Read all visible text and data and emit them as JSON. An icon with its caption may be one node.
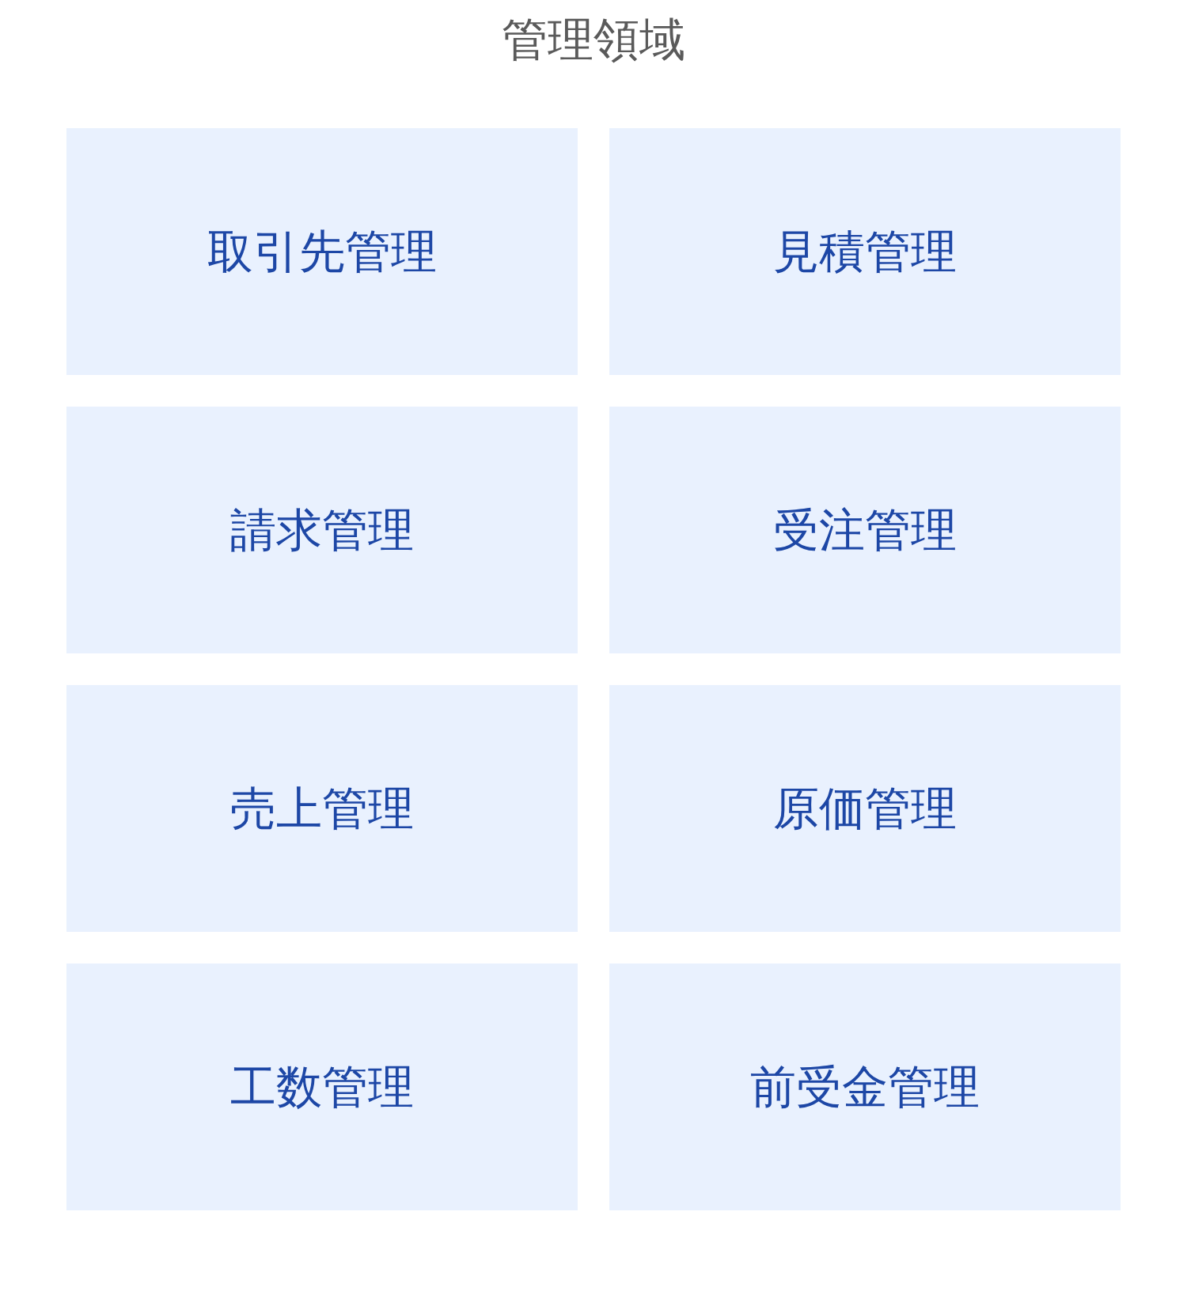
{
  "diagram": {
    "title": "管理領域",
    "nodes": [
      {
        "text": [
          "取引先管理"
        ]
      },
      {
        "text": [
          "見積管理"
        ]
      },
      {
        "text": [
          "請求管理"
        ]
      },
      {
        "text": [
          "受注管理"
        ]
      },
      {
        "text": [
          "売上管理"
        ]
      },
      {
        "text": [
          "原価管理"
        ]
      },
      {
        "text": [
          "工数管理"
        ]
      },
      {
        "text": [
          "前受金管理"
        ]
      }
    ]
  }
}
